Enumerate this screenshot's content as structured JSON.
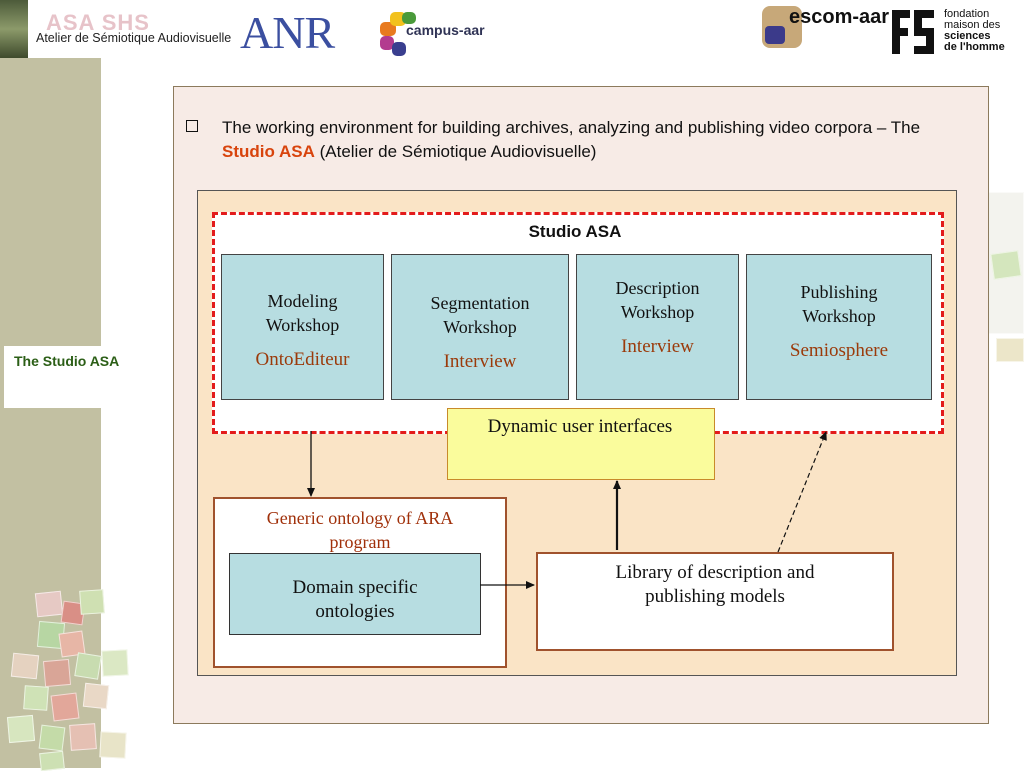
{
  "header": {
    "asa_logo_title": "ASA SHS",
    "asa_logo_text": "Atelier de Sémiotique Audiovisuelle",
    "anr_logo_text": "ANR",
    "campus_logo_text": "campus-aar",
    "escom_logo_text": "escom-aar",
    "fmsh_logo_lines": [
      "fondation",
      "maison des",
      "sciences",
      "de l'homme"
    ]
  },
  "side_label": "The Studio ASA",
  "intro": {
    "text_before": "The working environment for building archives, analyzing and publishing video corpora – The ",
    "highlight": "Studio ASA",
    "text_after": " (Atelier de Sémiotique Audiovisuelle)"
  },
  "diagram": {
    "studio_title": "Studio ASA",
    "workshops": [
      {
        "title_line1": "Modeling",
        "title_line2": "Workshop",
        "tool": "OntoEditeur"
      },
      {
        "title_line1": "Segmentation",
        "title_line2": "Workshop",
        "tool": "Interview"
      },
      {
        "title_line1": "Description",
        "title_line2": "Workshop",
        "tool": "Interview"
      },
      {
        "title_line1": "Publishing",
        "title_line2": "Workshop",
        "tool": "Semiosphere"
      }
    ],
    "dynamic_ui_label": "Dynamic user interfaces",
    "generic_ontology_line1": "Generic ontology of ARA",
    "generic_ontology_line2": "program",
    "domain_ontology_line1": "Domain specific",
    "domain_ontology_line2": "ontologies",
    "library_line1": "Library of description and",
    "library_line2": "publishing models"
  },
  "colors": {
    "accent_orange": "#d8440d",
    "tool_red": "#9b3a0a",
    "dashed_red": "#e31b1b",
    "workshop_fill": "#b7dde1",
    "panel_fill": "#fae4c6"
  }
}
